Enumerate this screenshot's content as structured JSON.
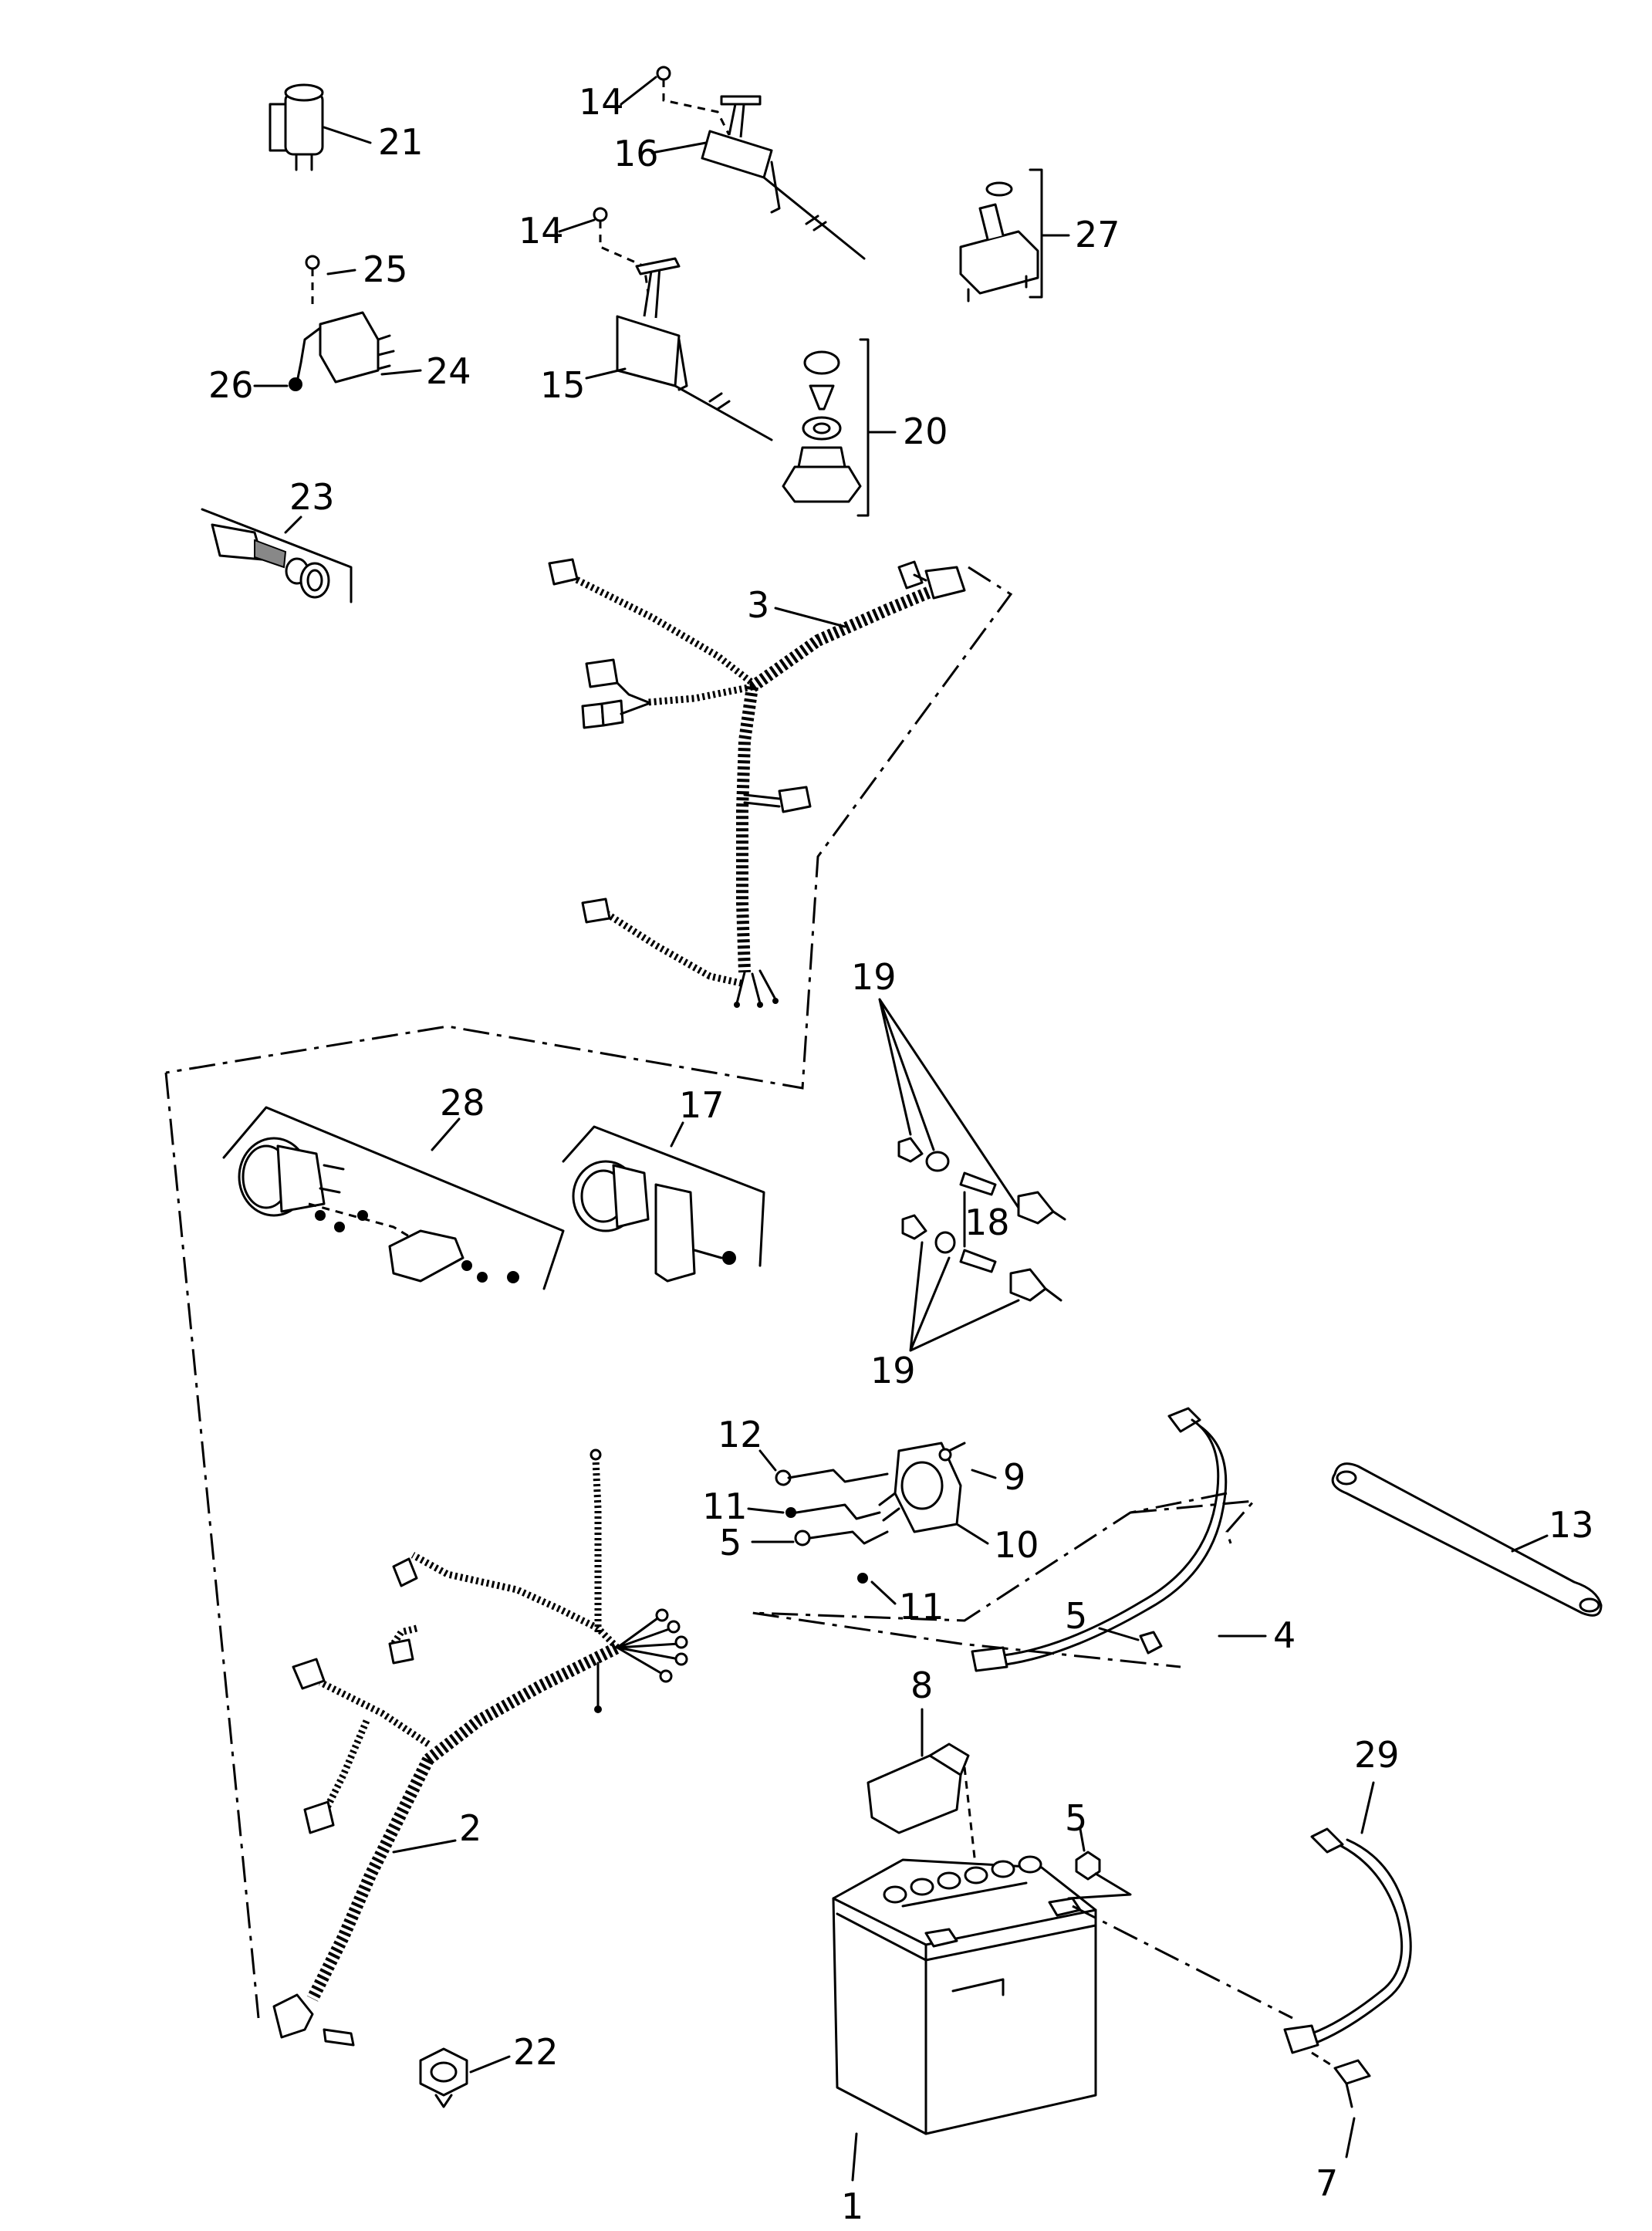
{
  "callouts": {
    "c1": "1",
    "c2": "2",
    "c3": "3",
    "c4": "4",
    "c5a": "5",
    "c5b": "5",
    "c5c": "5",
    "c7": "7",
    "c8": "8",
    "c9": "9",
    "c10": "10",
    "c11a": "11",
    "c11b": "11",
    "c12": "12",
    "c13": "13",
    "c14a": "14",
    "c14b": "14",
    "c15": "15",
    "c16": "16",
    "c17": "17",
    "c18": "18",
    "c19a": "19",
    "c19b": "19",
    "c20": "20",
    "c21": "21",
    "c22": "22",
    "c23": "23",
    "c24": "24",
    "c25": "25",
    "c26": "26",
    "c27": "27",
    "c28": "28",
    "c29": "29"
  }
}
